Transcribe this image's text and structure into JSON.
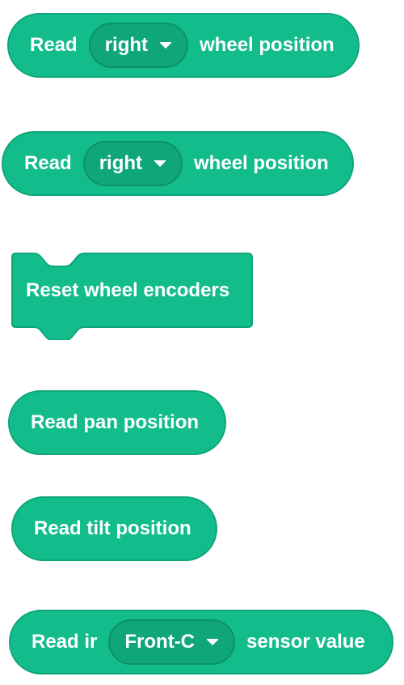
{
  "blocks": {
    "read_wheel_1": {
      "prefix": "Read",
      "dropdown_value": "right",
      "suffix": "wheel position"
    },
    "read_wheel_2": {
      "prefix": "Read",
      "dropdown_value": "right",
      "suffix": "wheel position"
    },
    "reset_encoders": {
      "label": "Reset wheel encoders"
    },
    "read_pan": {
      "label": "Read pan position"
    },
    "read_tilt": {
      "label": "Read tilt position"
    },
    "read_ir": {
      "prefix": "Read ir",
      "dropdown_value": "Front-C",
      "suffix": "sensor value"
    }
  },
  "colors": {
    "block_fill": "#13bd8b",
    "block_border": "#0ea57a",
    "dropdown_fill": "#0fa77a",
    "text": "#ffffff"
  },
  "icons": {
    "dropdown": "caret-down-icon"
  }
}
